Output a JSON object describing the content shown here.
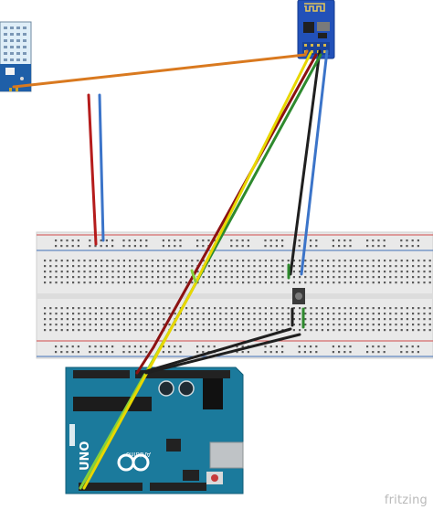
{
  "watermark": "fritzing",
  "colors": {
    "arduino": "#1b7a9c",
    "arduino_dark": "#14657f",
    "esp_board": "#2150b8",
    "dht_body": "#e0eef8",
    "breadboard": "#e9e9e9",
    "rail_red": "#d14a4a",
    "rail_blue": "#3f6fb6",
    "wire_orange": "#d9791f",
    "wire_red": "#b51c1c",
    "wire_darkred": "#8c1212",
    "wire_blue": "#3b74c9",
    "wire_yellow": "#e8d700",
    "wire_green": "#2e8a2e",
    "wire_black": "#1f1f1f",
    "wire_lightgreen": "#86d13a"
  },
  "arduino": {
    "logo_text": "UNO",
    "brand_text": "Arduino"
  }
}
